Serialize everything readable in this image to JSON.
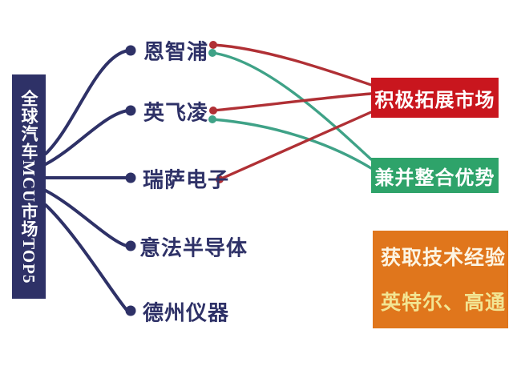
{
  "title": {
    "text": "全球汽车MCU市场TOP5"
  },
  "companies": [
    {
      "label": "恩智浦"
    },
    {
      "label": "英飞凌"
    },
    {
      "label": "瑞萨电子"
    },
    {
      "label": "意法半导体"
    },
    {
      "label": "德州仪器"
    }
  ],
  "categories": {
    "expand": {
      "label": "积极拓展市场"
    },
    "merge": {
      "label": "兼并整合优势"
    },
    "experience": {
      "line1": "获取技术经验",
      "line2": "英特尔、高通"
    }
  },
  "connections": [
    {
      "from": "恩智浦",
      "to": "积极拓展市场",
      "color": "red"
    },
    {
      "from": "恩智浦",
      "to": "兼并整合优势",
      "color": "green"
    },
    {
      "from": "英飞凌",
      "to": "积极拓展市场",
      "color": "red"
    },
    {
      "from": "英飞凌",
      "to": "兼并整合优势",
      "color": "green"
    },
    {
      "from": "瑞萨电子",
      "to": "积极拓展市场",
      "color": "red"
    }
  ],
  "colors": {
    "navy": "#2E3167",
    "red_line": "#B03035",
    "green_line": "#3FA287",
    "red_box": "#C9161E",
    "green_box": "#2EA36A",
    "orange_box": "#E0761C",
    "cream_text": "#FCF4E2",
    "yellow_text": "#F2E593"
  }
}
